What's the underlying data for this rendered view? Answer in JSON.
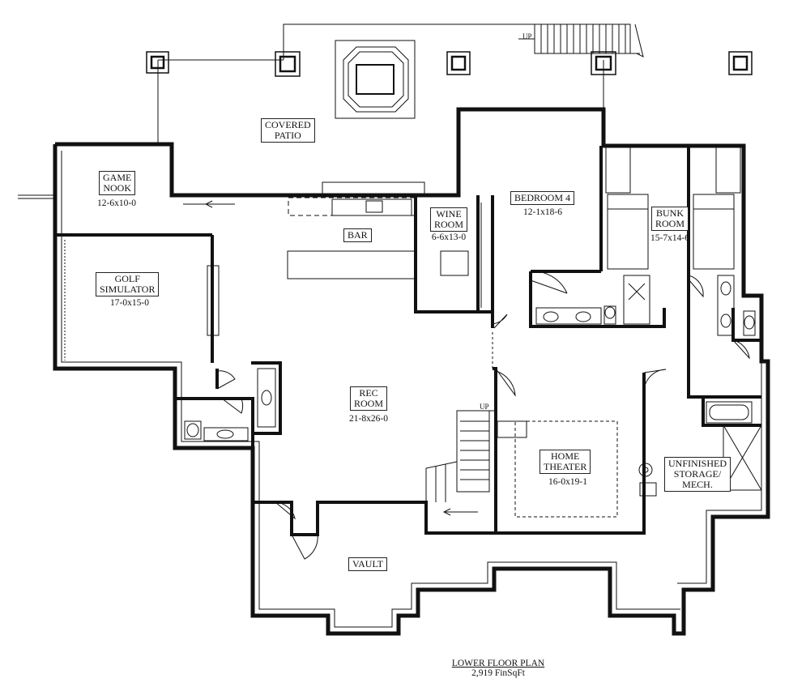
{
  "rooms": {
    "covered_patio": {
      "line1": "COVERED",
      "line2": "PATIO"
    },
    "game_nook": {
      "line1": "GAME",
      "line2": "NOOK",
      "dim": "12-6x10-0"
    },
    "golf_simulator": {
      "line1": "GOLF",
      "line2": "SIMULATOR",
      "dim": "17-0x15-0"
    },
    "bar": {
      "line1": "BAR"
    },
    "wine_room": {
      "line1": "WINE",
      "line2": "ROOM",
      "dim": "6-6x13-0"
    },
    "bedroom_4": {
      "line1": "BEDROOM 4",
      "dim": "12-1x18-6"
    },
    "bunk_room": {
      "line1": "BUNK",
      "line2": "ROOM",
      "dim": "15-7x14-6"
    },
    "rec_room": {
      "line1": "REC",
      "line2": "ROOM",
      "dim": "21-8x26-0"
    },
    "home_theater": {
      "line1": "HOME",
      "line2": "THEATER",
      "dim": "16-0x19-1"
    },
    "unfinished_storage": {
      "line1": "UNFINISHED",
      "line2": "STORAGE/",
      "line3": "MECH."
    },
    "vault": {
      "line1": "VAULT"
    }
  },
  "stair_labels": {
    "patio_stair": "UP",
    "interior_stair": "UP"
  },
  "plan_title": {
    "name": "LOWER FLOOR PLAN",
    "area": "2,919 FinSqFt"
  }
}
